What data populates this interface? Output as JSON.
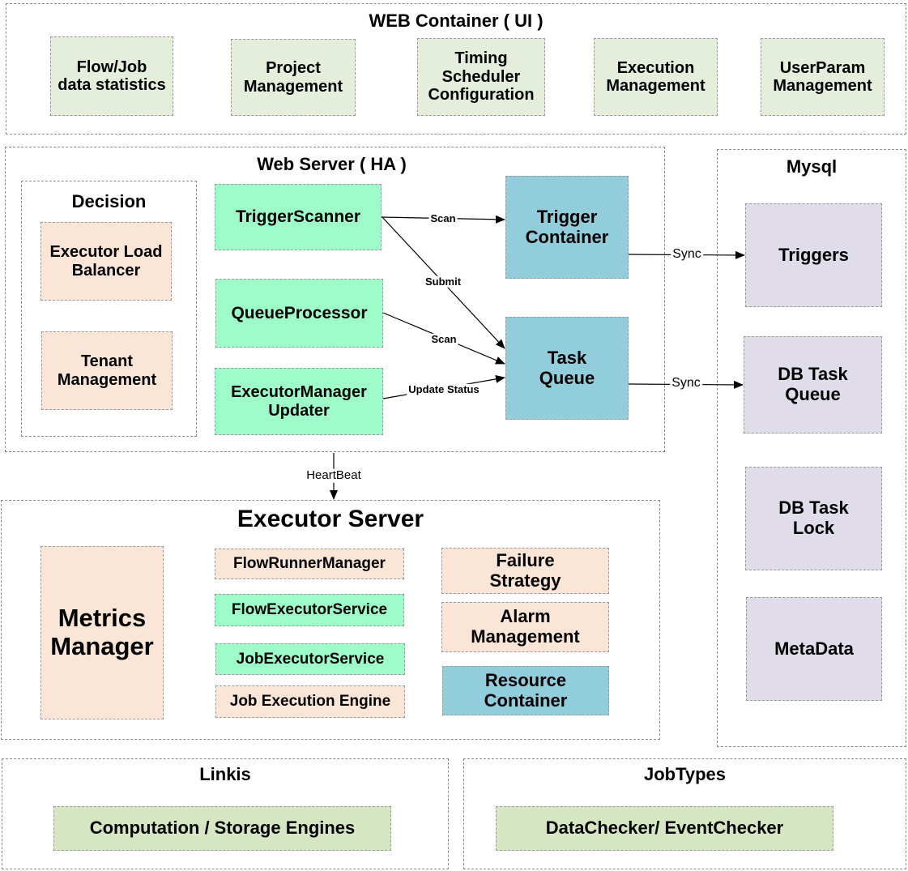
{
  "web_container": {
    "title": "WEB Container ( UI )",
    "items": [
      "Flow/Job\ndata statistics",
      "Project\nManagement",
      "Timing\nScheduler\nConfiguration",
      "Execution\nManagement",
      "UserParam\nManagement"
    ]
  },
  "web_server": {
    "title": "Web Server  ( HA )",
    "decision": {
      "title": "Decision",
      "items": [
        "Executor Load\nBalancer",
        "Tenant\nManagement"
      ]
    },
    "trigger_scanner": "TriggerScanner",
    "queue_processor": "QueueProcessor",
    "executor_manager_updater": "ExecutorManager\nUpdater",
    "trigger_container": "Trigger\nContainer",
    "task_queue": "Task\nQueue"
  },
  "mysql": {
    "title": "Mysql",
    "items": [
      "Triggers",
      "DB Task\nQueue",
      "DB Task\nLock",
      "MetaData"
    ]
  },
  "executor_server": {
    "title": "Executor Server",
    "metrics_manager": "Metrics\nManager",
    "services": [
      "FlowRunnerManager",
      "FlowExecutorService",
      "JobExecutorService",
      "Job Execution Engine"
    ],
    "failure_strategy": "Failure\nStrategy",
    "alarm_management": "Alarm\nManagement",
    "resource_container": "Resource\nContainer"
  },
  "linkis": {
    "title": "Linkis",
    "engines": "Computation / Storage Engines"
  },
  "jobtypes": {
    "title": "JobTypes",
    "checkers": "DataChecker/ EventChecker"
  },
  "edges": {
    "scan_trigger": "Scan",
    "submit": "Submit",
    "scan_queue": "Scan",
    "update_status": "Update Status",
    "sync_triggers": "Sync",
    "sync_queue": "Sync",
    "heartbeat": "HeartBeat"
  },
  "colors": {
    "ui_green": "#e4eedb",
    "mint": "#9dfcc8",
    "peach": "#fbe5d6",
    "blue": "#92cddc",
    "lavender": "#e0dcea",
    "olive": "#d6e6c2"
  }
}
